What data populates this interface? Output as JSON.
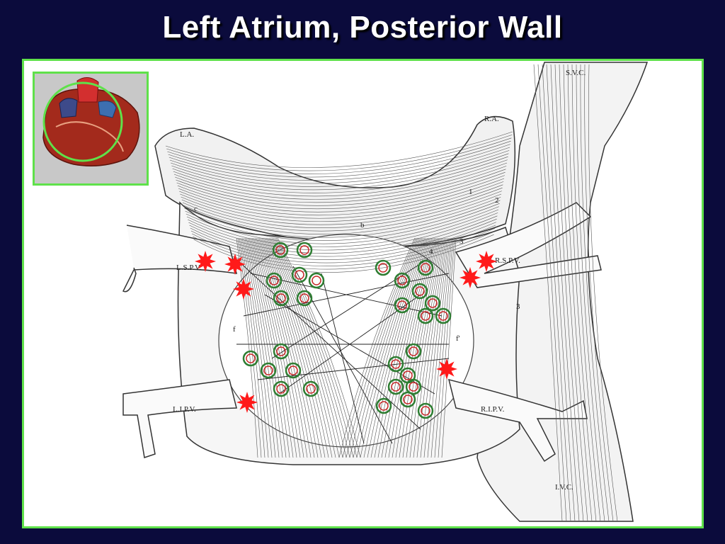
{
  "title": "Left Atrium, Posterior Wall",
  "diagram": {
    "labels": {
      "svc": "S.V.C.",
      "ra": "R.A.",
      "la": "L.A.",
      "lspv": "L.S.P.V.",
      "rspv": "R.S.P.V.",
      "lipv": "L.I.P.V.",
      "ripv": "R.I.P.V.",
      "ivc": "I.V.C.",
      "b": "b",
      "c": "c",
      "f_left": "f",
      "f_right": "f'",
      "n1": "1",
      "n2": "2",
      "n3": "3",
      "n3b": "3",
      "n4": "4"
    },
    "colors": {
      "frame_border": "#5fe14a",
      "background": "#0b0b3c",
      "circle_marker": "#2e7d32",
      "star_marker": "#ff1a1a"
    },
    "legend_icons": [
      "heart-thumbnail-icon"
    ]
  }
}
